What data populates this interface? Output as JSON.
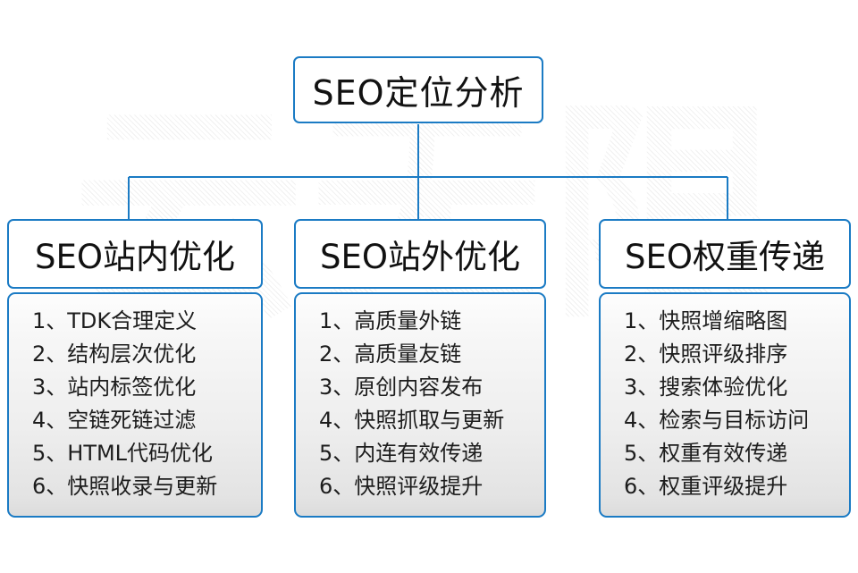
{
  "diagram": {
    "title": "SEO定位分析",
    "watermark": "云无限",
    "accent_color": "#1b7bc4",
    "branches": [
      {
        "header": "SEO站内优化",
        "items": [
          "1、TDK合理定义",
          "2、结构层次优化",
          "3、站内标签优化",
          "4、空链死链过滤",
          "5、HTML代码优化",
          "6、快照收录与更新"
        ]
      },
      {
        "header": "SEO站外优化",
        "items": [
          "1、高质量外链",
          "2、高质量友链",
          "3、原创内容发布",
          "4、快照抓取与更新",
          "5、内连有效传递",
          "6、快照评级提升"
        ]
      },
      {
        "header": "SEO权重传递",
        "items": [
          "1、快照增缩略图",
          "2、快照评级排序",
          "3、搜索体验优化",
          "4、检索与目标访问",
          "5、权重有效传递",
          "6、权重评级提升"
        ]
      }
    ]
  }
}
